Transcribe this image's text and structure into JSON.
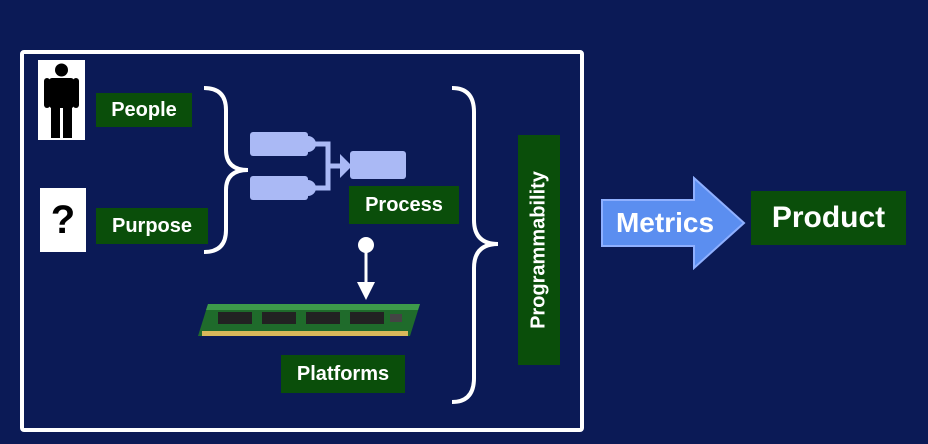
{
  "labels": {
    "people": "People",
    "purpose": "Purpose",
    "process": "Process",
    "platforms": "Platforms",
    "programmability": "Programmability",
    "metrics": "Metrics",
    "product": "Product",
    "question_mark": "?"
  },
  "icons": [
    "person-icon",
    "question-icon",
    "process-flow-icon",
    "memory-module-icon",
    "pin-arrow-icon",
    "brace-icon",
    "arrow-icon"
  ],
  "colors": {
    "background": "#0b1a56",
    "label_bg": "#0a4e0a",
    "arrow": "#5b8ef0",
    "process_shape": "#aab9f5",
    "frame": "#ffffff"
  }
}
